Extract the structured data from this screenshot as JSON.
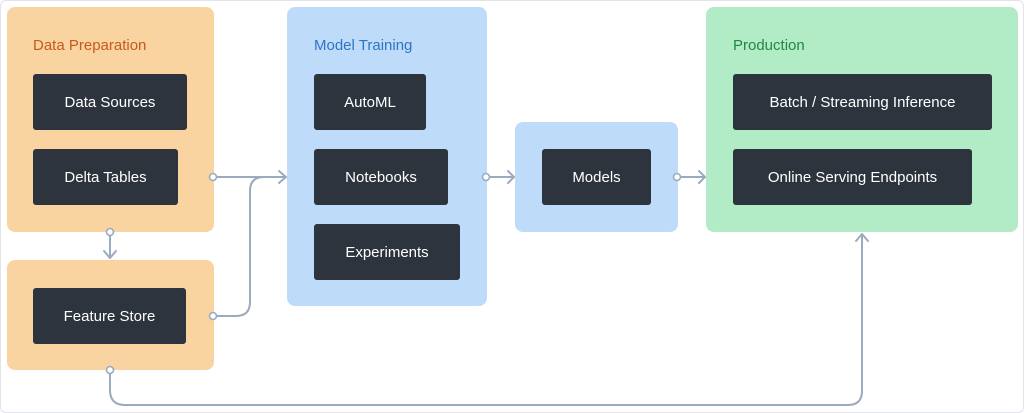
{
  "colors": {
    "data_prep_title": "#c55a1d",
    "model_training_title": "#2d74c7",
    "production_title": "#23873f",
    "connector": "#9aabbd"
  },
  "groups": {
    "data_preparation": {
      "title": "Data Preparation",
      "nodes": [
        "Data Sources",
        "Delta Tables"
      ]
    },
    "feature_store": {
      "nodes": [
        "Feature Store"
      ]
    },
    "model_training": {
      "title": "Model Training",
      "nodes": [
        "AutoML",
        "Notebooks",
        "Experiments"
      ]
    },
    "models": {
      "nodes": [
        "Models"
      ]
    },
    "production": {
      "title": "Production",
      "nodes": [
        "Batch / Streaming Inference",
        "Online Serving Endpoints"
      ]
    }
  }
}
